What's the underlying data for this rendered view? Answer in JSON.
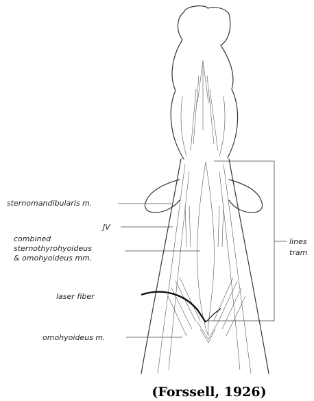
{
  "labels": {
    "sternomandibularis": "sternomandibularis m.",
    "jv": "JV",
    "combined_1": "combined",
    "combined_2": "sternothyrohyoideus",
    "combined_3": "& omohyoideus mm.",
    "laser": "laser fiber",
    "omohyoideus": "omohyoideus m.",
    "lines_1": "lines",
    "lines_2": "tram"
  },
  "caption": "(Forssell, 1926)"
}
